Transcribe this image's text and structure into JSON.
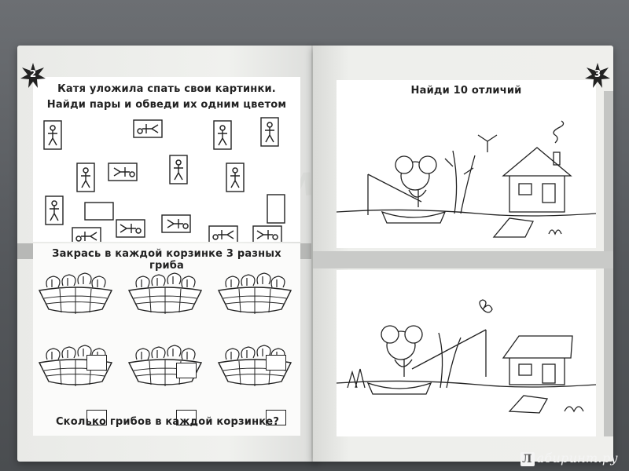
{
  "left_page": {
    "page_number": "2",
    "task1": {
      "line1": "Катя уложила спать свои картинки.",
      "line2": "Найди пары и обведи их одним цветом"
    },
    "task2": {
      "title": "Закрась в каждой корзинке 3 разных гриба",
      "question": "Сколько грибов в каждой корзинке?"
    }
  },
  "right_page": {
    "page_number": "3",
    "task": {
      "title": "Найди 10 отличий"
    }
  },
  "watermark": {
    "brand": "абиринт.ру",
    "mark": "Л"
  }
}
